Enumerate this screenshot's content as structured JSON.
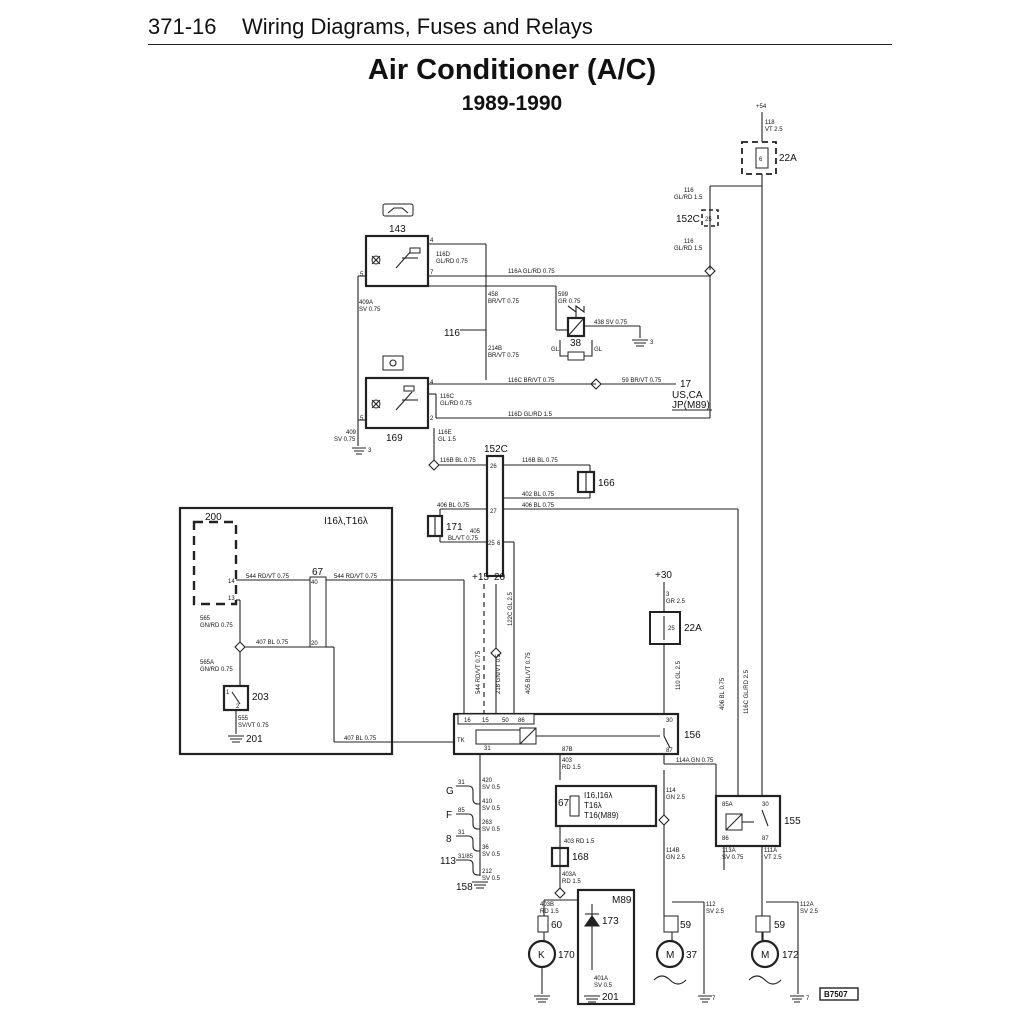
{
  "header": {
    "page_number": "371-16",
    "section": "Wiring Diagrams, Fuses and Relays",
    "title": "Air Conditioner (A/C)",
    "years": "1989-1990"
  },
  "components": {
    "c143": "143",
    "c169": "169",
    "c38": "38",
    "c116": "116",
    "c17": "17",
    "us_ca": "US,CA",
    "jp_m89": "JP(M89)",
    "c152c_top": "152C",
    "c152c_mid": "152C",
    "c22a_top": "22A",
    "c22a_mid": "22A",
    "c166": "166",
    "c171": "171",
    "c200": "200",
    "variant_box": "I16λ,T16λ",
    "c67_left": "67",
    "c203": "203",
    "c201_a": "201",
    "c156": "156",
    "c155": "155",
    "c67_mid": "67",
    "variant_mid": "I16,I16λ",
    "variant_mid2": "T16λ",
    "variant_mid3": "T16(M89)",
    "c168": "168",
    "c60": "60",
    "c170": "170",
    "m89": "M89",
    "c173": "173",
    "c201_b": "201",
    "c59_a": "59",
    "c37": "37",
    "c59_b": "59",
    "c172": "172",
    "c7_a": "7",
    "c7_b": "7",
    "c3_a": "3",
    "c3_b": "3",
    "g_G": "G",
    "g_F": "F",
    "g_8": "8",
    "g_113": "113",
    "g_158": "158",
    "p54": "+54",
    "p30": "+30",
    "p15": "+15",
    "p20": "20",
    "ref": "B7507"
  },
  "wires": {
    "w118": "118",
    "w118c": "VT 2.5",
    "w116top": "116",
    "w116topc": "GL/RD 1.5",
    "w116b": "116",
    "w116bc": "GL/RD 1.5",
    "w116d": "116D",
    "w116dc": "GL/RD 0.75",
    "w116a": "116A GL/RD 0.75",
    "w409a": "409A",
    "w409ac": "SV 0.75",
    "w458": "458",
    "w458c": "BR/VT 0.75",
    "w599": "599",
    "w599c": "GR 0.75",
    "w438": "438 SV 0.75",
    "w214b": "214B",
    "w214bc": "BR/VT 0.75",
    "w116c_br": "116C BR/VT 0.75",
    "w59": "59 BR/VT 0.75",
    "w116c": "116C",
    "w116cc": "GL/RD 0.75",
    "w116d_gl": "116D GL/RD 1.5",
    "w409": "409",
    "w409c": "SV 0.75",
    "w116e": "116E",
    "w116ec": "GL 1.5",
    "w116b_bl": "116B BL 0.75",
    "w116b_bl2": "116B BL 0.75",
    "w406a": "406 BL 0.75",
    "w402": "402 BL 0.75",
    "w406b": "406 BL 0.75",
    "w405": "405",
    "w405c": "BL/VT 0.75",
    "w544a": "544 RD/VT 0.75",
    "w544b": "544 RD/VT 0.75",
    "w565": "565",
    "w565c": "GN/RD 0.75",
    "w407a": "407 BL 0.75",
    "w565a": "565A",
    "w565ac": "GN/RD 0.75",
    "w555": "555",
    "w555c": "SV/VT 0.75",
    "w407b": "407 BL 0.75",
    "w544v": "544 RD/VT 0.75",
    "w218v": "218 GN/VT 0.5",
    "w122cv": "122C GL 2.5",
    "w405v": "405 BL/VT 0.75",
    "w3": "3",
    "w3c": "GR 2.5",
    "w110": "110 GL 2.5",
    "w406v": "406 BL 0.75",
    "w116cv": "116C GL/RD 2.5",
    "w114a": "114A GN 0.75",
    "w87b": "87B",
    "w403": "403",
    "w403c": "RD 1.5",
    "w420": "420",
    "w420c": "SV 0.5",
    "w410": "410",
    "w410c": "SV 0.5",
    "w263": "263",
    "w263c": "SV 0.5",
    "w36": "36",
    "w36c": "SV 0.5",
    "w212": "212",
    "w212c": "SV 0.5",
    "w31": "31",
    "w85": "85",
    "w31b": "31",
    "w3185": "31/85",
    "w403rd": "403 RD 1.5",
    "w403a": "403A",
    "w403ac": "RD 1.5",
    "w403b": "403B",
    "w403bc": "RD 1.5",
    "w114": "114",
    "w114c": "GN 2.5",
    "w114b": "114B",
    "w114bc": "GN 2.5",
    "w112": "112",
    "w112c": "SV 2.5",
    "w113a": "113A",
    "w113ac": "SV 0.75",
    "w111a": "111A",
    "w111ac": "VT 2.5",
    "w112a": "112A",
    "w112ac": "SV 2.5",
    "w401a": "401A",
    "w401ac": "SV 0.5"
  },
  "pins": {
    "p6": "6",
    "p25": "25",
    "p25b": "25",
    "p143_5": "5",
    "p143_7": "7",
    "p143_4": "4",
    "p169_5": "5",
    "p169_4": "4",
    "p169_2": "2",
    "p26": "26",
    "p27": "27",
    "p25c": "25",
    "p6c": "6",
    "p14": "14",
    "p13": "13",
    "p40": "40",
    "p20": "20",
    "p16": "16",
    "p15": "15",
    "p50": "50",
    "p86": "86",
    "p30": "30",
    "pTK": "TK",
    "p31": "31",
    "p87": "87",
    "p85a": "85A",
    "p30b": "30",
    "p86b": "86",
    "p87b": "87",
    "p1": "1",
    "p2": "2"
  }
}
